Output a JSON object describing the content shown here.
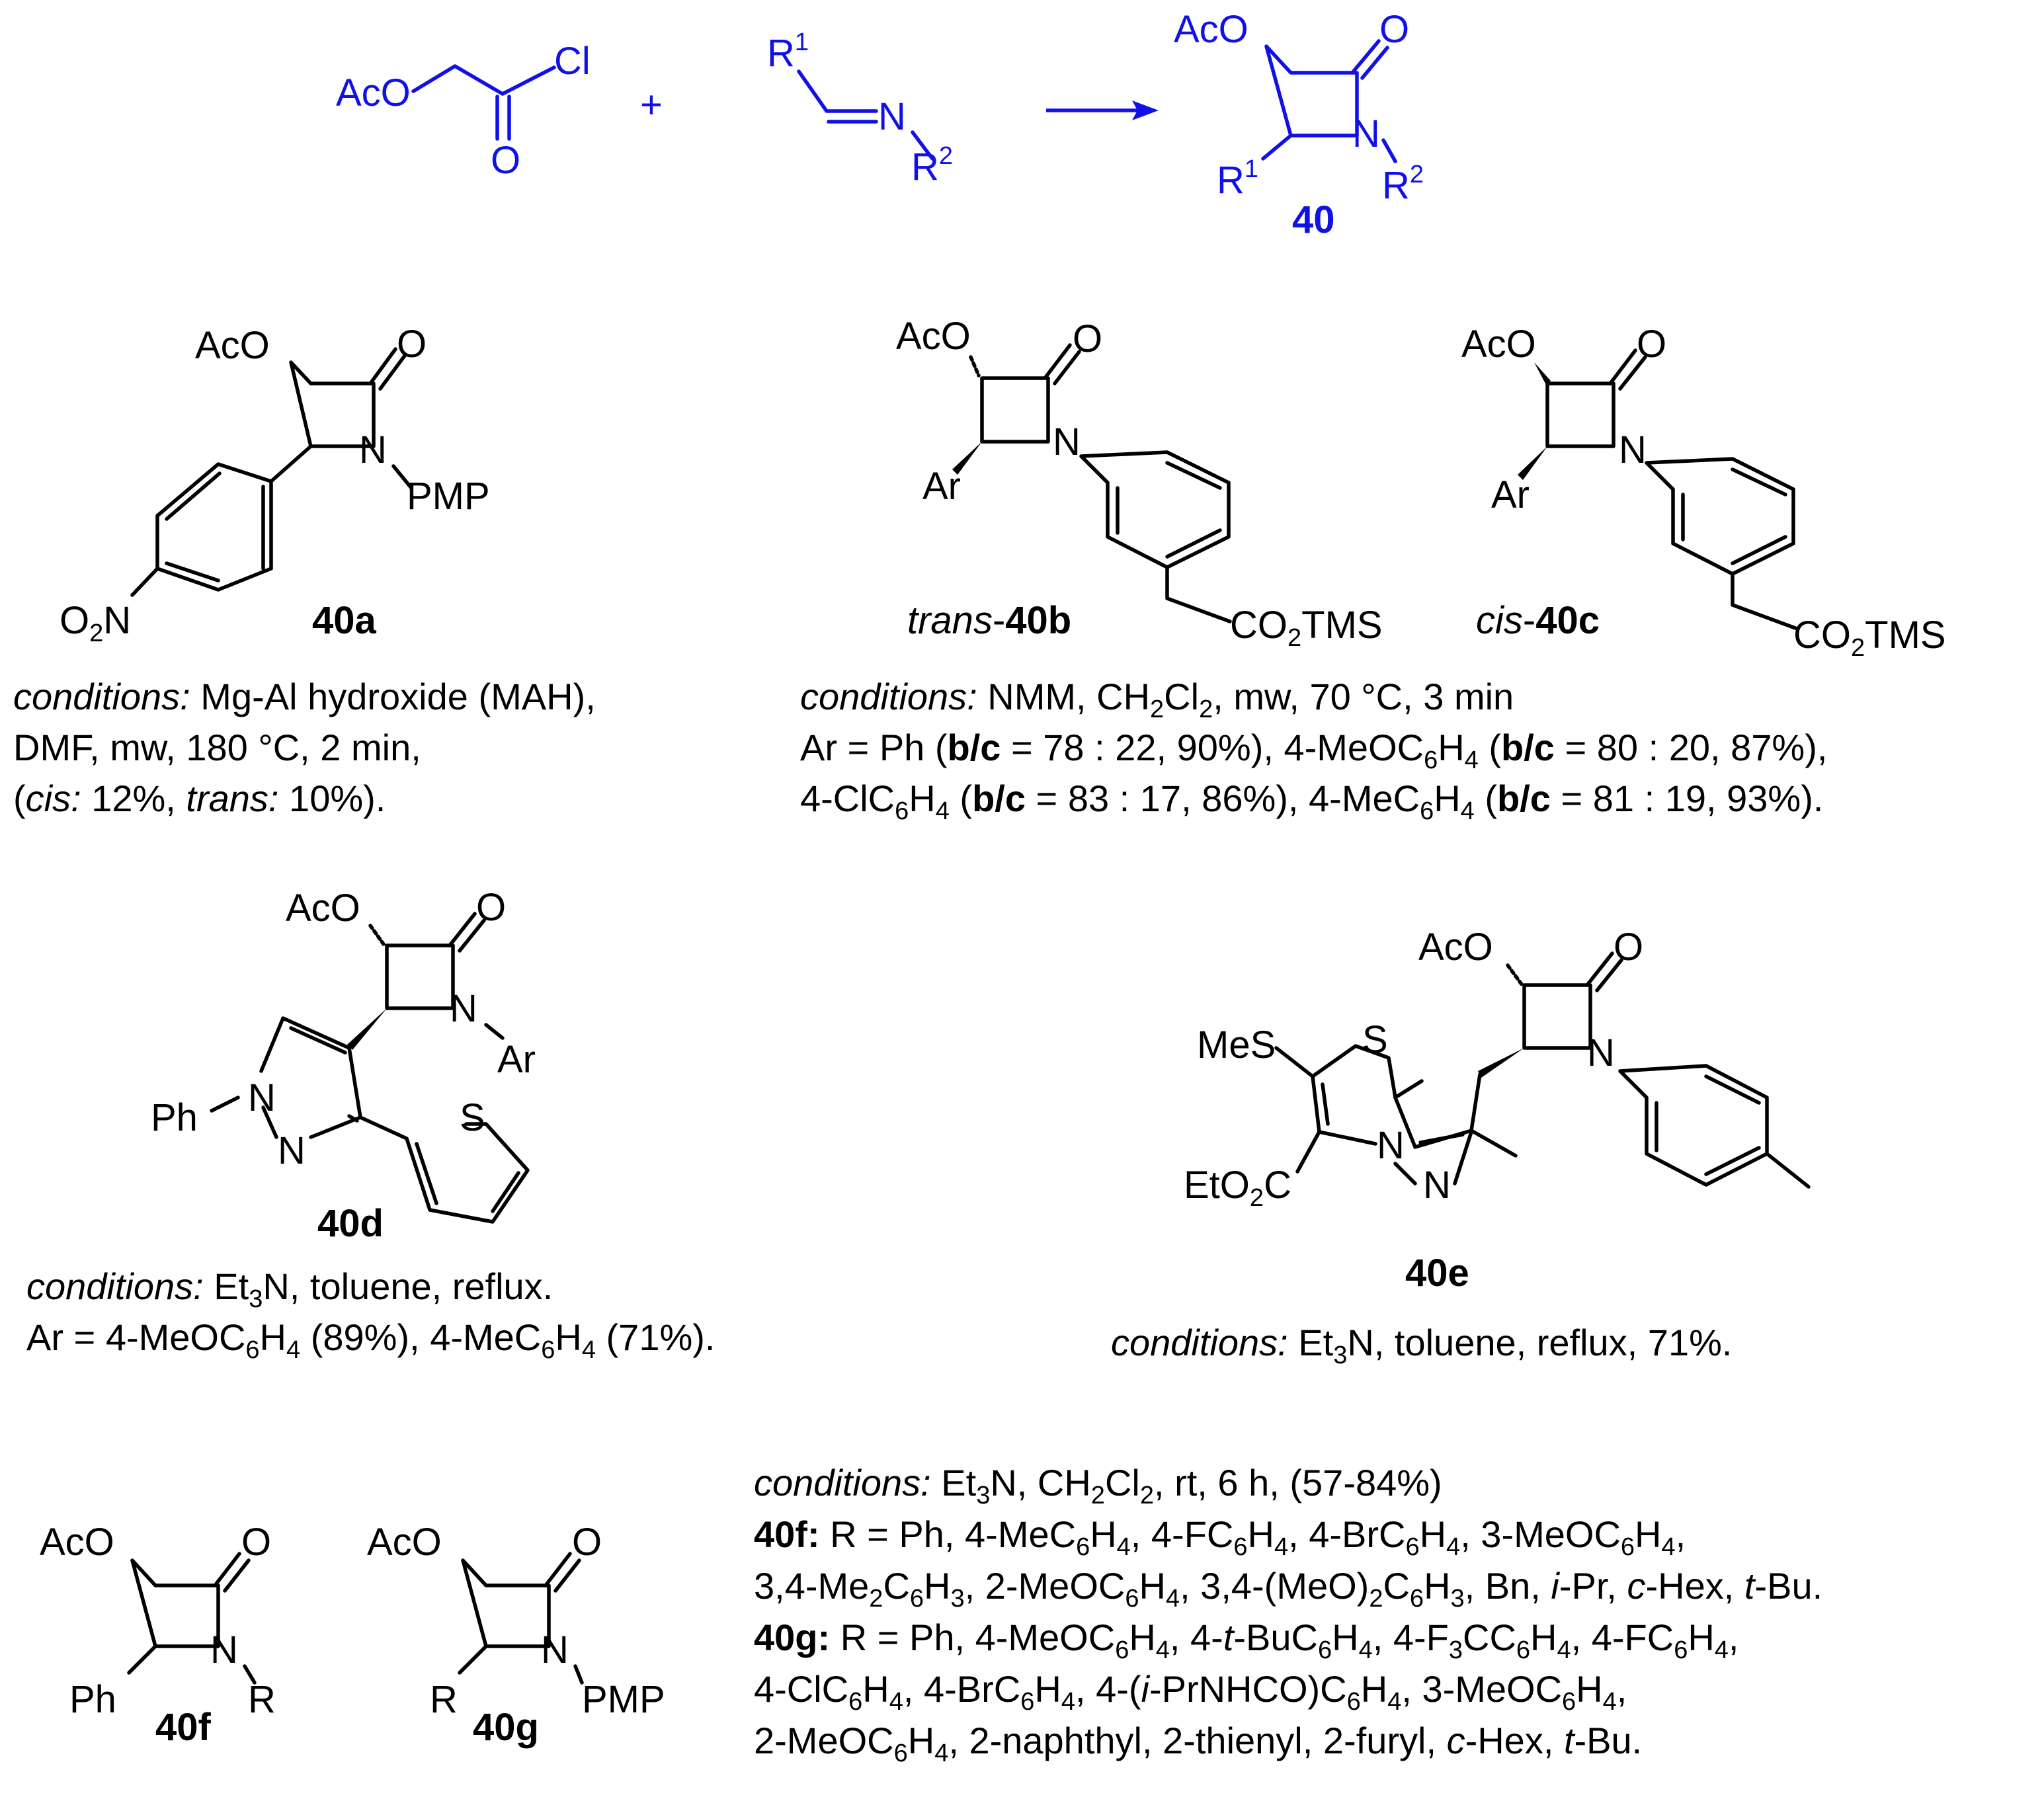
{
  "colors": {
    "scheme_blue": "#1010e8",
    "ink": "#000000"
  },
  "reaction": {
    "reagent1": {
      "aco": "AcO",
      "cl": "Cl",
      "o": "O"
    },
    "plus": "+",
    "reagent2": {
      "r1": "R",
      "r1_sup": "1",
      "n": "N",
      "r2": "R",
      "r2_sup": "2"
    },
    "product": {
      "aco": "AcO",
      "o": "O",
      "n": "N",
      "r1": "R",
      "r1_sup": "1",
      "r2": "R",
      "r2_sup": "2",
      "label": "40"
    }
  },
  "compounds": {
    "c40a": {
      "aco": "AcO",
      "o": "O",
      "n": "N",
      "pmp": "PMP",
      "no2_o": "O",
      "no2_sub": "2",
      "no2_n": "N",
      "label": "40a",
      "cond_italic": "conditions:",
      "cond_l1": " Mg-Al hydroxide (MAH),",
      "cond_l2": "DMF, mw, 180 °C, 2 min,",
      "cond_l3_a": "(",
      "cond_l3_cis": "cis:",
      "cond_l3_b": " 12%, ",
      "cond_l3_trans": "trans:",
      "cond_l3_c": " 10%)."
    },
    "c40b": {
      "aco": "AcO",
      "o": "O",
      "n": "N",
      "ar": "Ar",
      "co2": "CO",
      "co2_sub": "2",
      "tms": "TMS",
      "label_italic": "trans",
      "label_dash": "-",
      "label_bold": "40b"
    },
    "c40c": {
      "aco": "AcO",
      "o": "O",
      "n": "N",
      "ar": "Ar",
      "co2": "CO",
      "co2_sub": "2",
      "tms": "TMS",
      "label_italic": "cis",
      "label_dash": "-",
      "label_bold": "40c"
    },
    "c40bc_conditions": {
      "italic": "conditions:",
      "l1_a": " NMM, CH",
      "l1_sub1": "2",
      "l1_b": "Cl",
      "l1_sub2": "2",
      "l1_c": ", mw, 70 °C, 3 min",
      "l2_a": "Ar = Ph (",
      "l2_b": "b/c",
      "l2_c": " = 78 : 22, 90%), 4-MeOC",
      "l2_sub1": "6",
      "l2_d": "H",
      "l2_sub2": "4",
      "l2_e": " (",
      "l2_f": "b/c",
      "l2_g": " = 80 : 20, 87%),",
      "l3_a": "4-ClC",
      "l3_sub1": "6",
      "l3_b": "H",
      "l3_sub2": "4",
      "l3_c": " (",
      "l3_d": "b/c",
      "l3_e": " = 83 : 17, 86%), 4-MeC",
      "l3_sub3": "6",
      "l3_f": "H",
      "l3_sub4": "4",
      "l3_g": " (",
      "l3_h": "b/c",
      "l3_i": " = 81 : 19, 93%)."
    },
    "c40d": {
      "aco": "AcO",
      "o": "O",
      "n": "N",
      "ar": "Ar",
      "ph": "Ph",
      "n1": "N",
      "n2": "N",
      "s": "S",
      "label": "40d",
      "cond_italic": "conditions:",
      "cond_l1_a": " Et",
      "cond_l1_sub": "3",
      "cond_l1_b": "N, toluene, reflux.",
      "cond_l2_a": "Ar = 4-MeOC",
      "cond_l2_sub1": "6",
      "cond_l2_b": "H",
      "cond_l2_sub2": "4",
      "cond_l2_c": " (89%), 4-MeC",
      "cond_l2_sub3": "6",
      "cond_l2_d": "H",
      "cond_l2_sub4": "4",
      "cond_l2_e": " (71%)."
    },
    "c40e": {
      "aco": "AcO",
      "o": "O",
      "n": "N",
      "mes": "MeS",
      "s": "S",
      "n1": "N",
      "n2": "N",
      "eto2c_a": "EtO",
      "eto2c_sub": "2",
      "eto2c_b": "C",
      "label": "40e",
      "cond_italic": "conditions:",
      "cond_a": " Et",
      "cond_sub": "3",
      "cond_b": "N, toluene, reflux, 71%."
    },
    "c40f": {
      "aco": "AcO",
      "o": "O",
      "n": "N",
      "ph": "Ph",
      "r": "R",
      "label": "40f"
    },
    "c40g": {
      "aco": "AcO",
      "o": "O",
      "n": "N",
      "r": "R",
      "pmp": "PMP",
      "label": "40g"
    },
    "c40fg_conditions": {
      "italic": "conditions:",
      "l1_a": " Et",
      "l1_sub1": "3",
      "l1_b": "N, CH",
      "l1_sub2": "2",
      "l1_c": "Cl",
      "l1_sub3": "2",
      "l1_d": ", rt, 6 h, (57-84%)",
      "l2_bold": "40f:",
      "l2_a": " R = Ph, 4-MeC",
      "l2_s1": "6",
      "l2_b": "H",
      "l2_s2": "4",
      "l2_c": ", 4-FC",
      "l2_s3": "6",
      "l2_d": "H",
      "l2_s4": "4",
      "l2_e": ", 4-BrC",
      "l2_s5": "6",
      "l2_f": "H",
      "l2_s6": "4",
      "l2_g": ", 3-MeOC",
      "l2_s7": "6",
      "l2_h": "H",
      "l2_s8": "4",
      "l2_i": ",",
      "l3_a": "3,4-Me",
      "l3_s1": "2",
      "l3_b": "C",
      "l3_s2": "6",
      "l3_c": "H",
      "l3_s3": "3",
      "l3_d": ", 2-MeOC",
      "l3_s4": "6",
      "l3_e": "H",
      "l3_s5": "4",
      "l3_f": ", 3,4-(MeO)",
      "l3_s6": "2",
      "l3_g": "C",
      "l3_s7": "6",
      "l3_h": "H",
      "l3_s8": "3",
      "l3_i": ", Bn, ",
      "l3_it1": "i",
      "l3_j": "-Pr, ",
      "l3_it2": "c",
      "l3_k": "-Hex, ",
      "l3_it3": "t",
      "l3_l": "-Bu.",
      "l4_bold": "40g:",
      "l4_a": " R = Ph, 4-MeOC",
      "l4_s1": "6",
      "l4_b": "H",
      "l4_s2": "4",
      "l4_c": ", 4-",
      "l4_it1": "t",
      "l4_d": "-BuC",
      "l4_s3": "6",
      "l4_e": "H",
      "l4_s4": "4",
      "l4_f": ", 4-F",
      "l4_s5": "3",
      "l4_g": "CC",
      "l4_s6": "6",
      "l4_h": "H",
      "l4_s7": "4",
      "l4_i": ", 4-FC",
      "l4_s8": "6",
      "l4_j": "H",
      "l4_s9": "4",
      "l4_k": ",",
      "l5_a": "4-ClC",
      "l5_s1": "6",
      "l5_b": "H",
      "l5_s2": "4",
      "l5_c": ", 4-BrC",
      "l5_s3": "6",
      "l5_d": "H",
      "l5_s4": "4",
      "l5_e": ", 4-(",
      "l5_it1": "i",
      "l5_f": "-PrNHCO)C",
      "l5_s5": "6",
      "l5_g": "H",
      "l5_s6": "4",
      "l5_h": ", 3-MeOC",
      "l5_s7": "6",
      "l5_i": "H",
      "l5_s8": "4",
      "l5_j": ",",
      "l6_a": "2-MeOC",
      "l6_s1": "6",
      "l6_b": "H",
      "l6_s2": "4",
      "l6_c": ", 2-naphthyl, 2-thienyl, 2-furyl, ",
      "l6_it1": "c",
      "l6_d": "-Hex, ",
      "l6_it2": "t",
      "l6_e": "-Bu."
    }
  }
}
